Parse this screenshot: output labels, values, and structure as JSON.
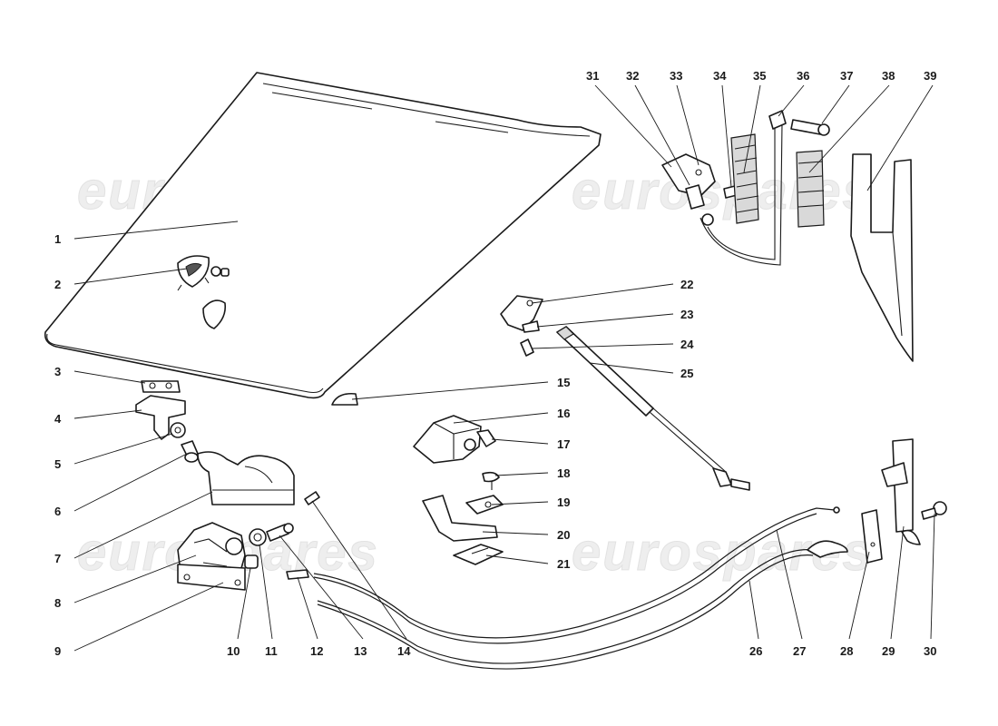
{
  "watermark": "eurospares",
  "callouts": [
    "1",
    "2",
    "3",
    "4",
    "5",
    "6",
    "7",
    "8",
    "9",
    "10",
    "11",
    "12",
    "13",
    "14",
    "15",
    "16",
    "17",
    "18",
    "19",
    "20",
    "21",
    "22",
    "23",
    "24",
    "25",
    "26",
    "27",
    "28",
    "29",
    "30",
    "31",
    "32",
    "33",
    "34",
    "35",
    "36",
    "37",
    "38",
    "39"
  ]
}
